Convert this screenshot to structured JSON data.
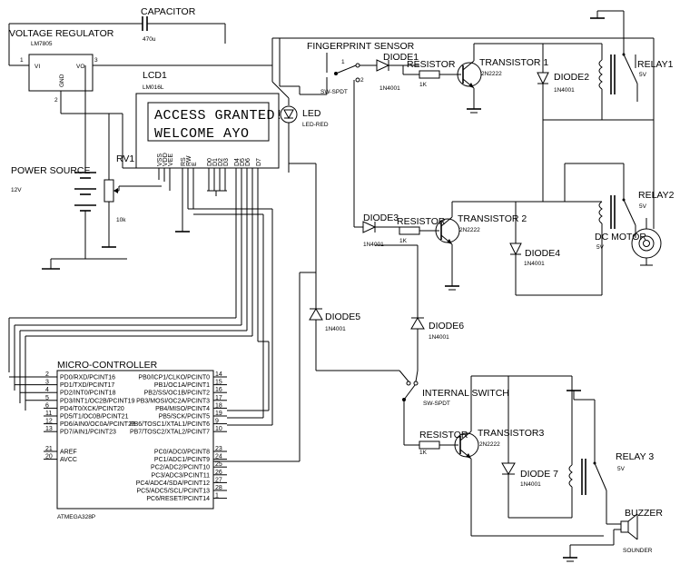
{
  "capacitor": {
    "name": "CAPACITOR",
    "value": "470u"
  },
  "regulator": {
    "title": "VOLTAGE REGULATOR",
    "part": "LM7805",
    "pin_vi": "VI",
    "pin_vo": "VO",
    "pin_gnd": "GND",
    "pin1": "1",
    "pin2": "2",
    "pin3": "3"
  },
  "fingerprint": {
    "label": "FINGERPRINT SENSOR"
  },
  "switch1": {
    "part": "SW-SPDT",
    "pin1": "1",
    "pin2": "2"
  },
  "lcd": {
    "name": "LCD1",
    "part": "LM016L",
    "line1": "ACCESS GRANTED!",
    "line2": "WELCOME AYO",
    "pins": [
      "VSS",
      "VDD",
      "VEE",
      "RS",
      "RW",
      "E",
      "D0",
      "D1",
      "D2",
      "D3",
      "D4",
      "D5",
      "D6",
      "D7"
    ]
  },
  "led": {
    "name": "LED",
    "part": "LED-RED"
  },
  "power": {
    "label": "POWER SOURCE",
    "voltage": "12V"
  },
  "pot": {
    "name": "RV1",
    "value": "10k"
  },
  "diode1": {
    "name": "DIODE1",
    "part": "1N4001"
  },
  "diode2": {
    "name": "DIODE2",
    "part": "1N4001"
  },
  "diode3": {
    "name": "DIODE3",
    "part": "1N4001"
  },
  "diode4": {
    "name": "DIODE4",
    "part": "1N4001"
  },
  "diode5": {
    "name": "DIODE5",
    "part": "1N4001"
  },
  "diode6": {
    "name": "DIODE6",
    "part": "1N4001"
  },
  "diode7": {
    "name": "DIODE 7",
    "part": "1N4001"
  },
  "resistor1": {
    "name": "RESISTOR",
    "value": "1K"
  },
  "resistor2": {
    "name": "RESISTOR",
    "value": "1K"
  },
  "resistor3": {
    "name": "RESISTOR",
    "value": "1K"
  },
  "transistor1": {
    "name": "TRANSISTOR 1",
    "part": "2N2222"
  },
  "transistor2": {
    "name": "TRANSISTOR 2",
    "part": "2N2222"
  },
  "transistor3": {
    "name": "TRANSISTOR3",
    "part": "2N2222"
  },
  "relay1": {
    "name": "RELAY1",
    "voltage": "5V"
  },
  "relay2": {
    "name": "RELAY2",
    "voltage": "5V"
  },
  "relay3": {
    "name": "RELAY 3",
    "voltage": "5V"
  },
  "motor": {
    "name": "DC MOTOR",
    "voltage": "5V"
  },
  "internal_switch": {
    "name": "INTERNAL SWITCH",
    "part": "SW-SPDT"
  },
  "buzzer": {
    "name": "BUZZER",
    "part": "SOUNDER"
  },
  "mcu": {
    "title": "MICRO-CONTROLLER",
    "part": "ATMEGA328P",
    "left_pins": [
      {
        "num": "2",
        "name": "PD0/RXD/PCINT16"
      },
      {
        "num": "3",
        "name": "PD1/TXD/PCINT17"
      },
      {
        "num": "4",
        "name": "PD2/INT0/PCINT18"
      },
      {
        "num": "5",
        "name": "PD3/INT1/OC2B/PCINT19"
      },
      {
        "num": "6",
        "name": "PD4/T0/XCK/PCINT20"
      },
      {
        "num": "11",
        "name": "PD5/T1/OC0B/PCINT21"
      },
      {
        "num": "12",
        "name": "PD6/AIN0/OC0A/PCINT22"
      },
      {
        "num": "13",
        "name": "PD7/AIN1/PCINT23"
      }
    ],
    "left_pins2": [
      {
        "num": "21",
        "name": "AREF"
      },
      {
        "num": "20",
        "name": "AVCC"
      }
    ],
    "right_pins": [
      {
        "num": "14",
        "name": "PB0/ICP1/CLKO/PCINT0"
      },
      {
        "num": "15",
        "name": "PB1/OC1A/PCINT1"
      },
      {
        "num": "16",
        "name": "PB2/SS/OC1B/PCINT2"
      },
      {
        "num": "17",
        "name": "PB3/MOSI/OC2A/PCINT3"
      },
      {
        "num": "18",
        "name": "PB4/MISO/PCINT4"
      },
      {
        "num": "19",
        "name": "PB5/SCK/PCINT5"
      },
      {
        "num": "9",
        "name": "PB6/TOSC1/XTAL1/PCINT6"
      },
      {
        "num": "10",
        "name": "PB7/TOSC2/XTAL2/PCINT7"
      }
    ],
    "right_pins2": [
      {
        "num": "23",
        "name": "PC0/ADC0/PCINT8"
      },
      {
        "num": "24",
        "name": "PC1/ADC1/PCINT9"
      },
      {
        "num": "25",
        "name": "PC2/ADC2/PCINT10"
      },
      {
        "num": "26",
        "name": "PC3/ADC3/PCINT11"
      },
      {
        "num": "27",
        "name": "PC4/ADC4/SDA/PCINT12"
      },
      {
        "num": "28",
        "name": "PC5/ADC5/SCL/PCINT13"
      },
      {
        "num": "1",
        "name": "PC6/RESET/PCINT14"
      }
    ]
  }
}
